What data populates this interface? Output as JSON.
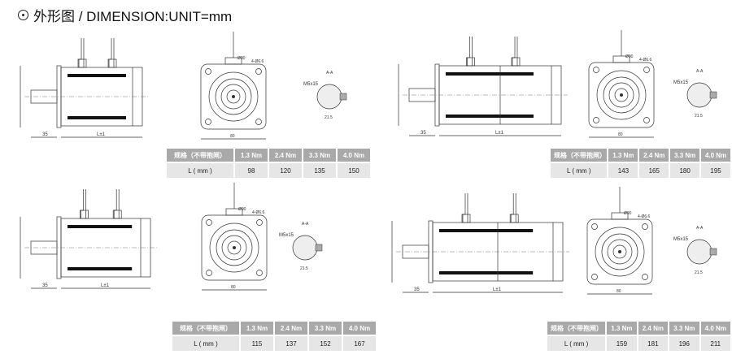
{
  "title": {
    "icon": "circle-dot-icon",
    "text": "外形图 / DIMENSION:UNIT=mm"
  },
  "drawing_labels": {
    "flange_dia": "Ø90",
    "holes": "4-Ø6.6",
    "thread": "M5x15",
    "section": "A-A",
    "length": "L±1",
    "shaft": "35",
    "key": "21.5",
    "width": "80"
  },
  "tables": [
    {
      "header": [
        "规格（不带抱闸）",
        "1.3 Nm",
        "2.4 Nm",
        "3.3 Nm",
        "4.0 Nm"
      ],
      "row_label": "L ( mm )",
      "values": [
        "98",
        "120",
        "135",
        "150"
      ]
    },
    {
      "header": [
        "规格（不带抱闸）",
        "1.3 Nm",
        "2.4 Nm",
        "3.3 Nm",
        "4.0 Nm"
      ],
      "row_label": "L ( mm )",
      "values": [
        "143",
        "165",
        "180",
        "195"
      ]
    },
    {
      "header": [
        "规格（不带抱闸）",
        "1.3 Nm",
        "2.4 Nm",
        "3.3 Nm",
        "4.0 Nm"
      ],
      "row_label": "L ( mm )",
      "values": [
        "115",
        "137",
        "152",
        "167"
      ]
    },
    {
      "header": [
        "规格（不带抱闸）",
        "1.3 Nm",
        "2.4 Nm",
        "3.3 Nm",
        "4.0 Nm"
      ],
      "row_label": "L ( mm )",
      "values": [
        "159",
        "181",
        "196",
        "211"
      ]
    }
  ]
}
